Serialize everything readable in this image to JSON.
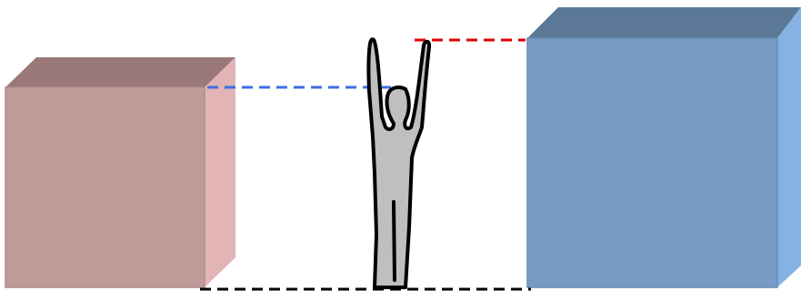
{
  "diagram": {
    "objects": [
      {
        "id": "left-box",
        "kind": "cube",
        "front": "#c09a99",
        "top": "#997877",
        "side": "#e2b4b5",
        "edge": "#b08d8c"
      },
      {
        "id": "right-box",
        "kind": "cube",
        "front": "#769bc5",
        "top": "#5b7897",
        "side": "#86b2e3",
        "edge": "#6a8cb4"
      },
      {
        "id": "person",
        "kind": "figure-arms-raised",
        "fill": "#bfbfbf",
        "outline": "#000000"
      }
    ],
    "guides": [
      {
        "id": "left-box-top-to-head",
        "style": "dashed",
        "color": "#3d6fe0"
      },
      {
        "id": "hands-to-right-box-top",
        "style": "dashed",
        "color": "#e00000"
      },
      {
        "id": "ground-line",
        "style": "dashed",
        "color": "#000000"
      }
    ]
  }
}
